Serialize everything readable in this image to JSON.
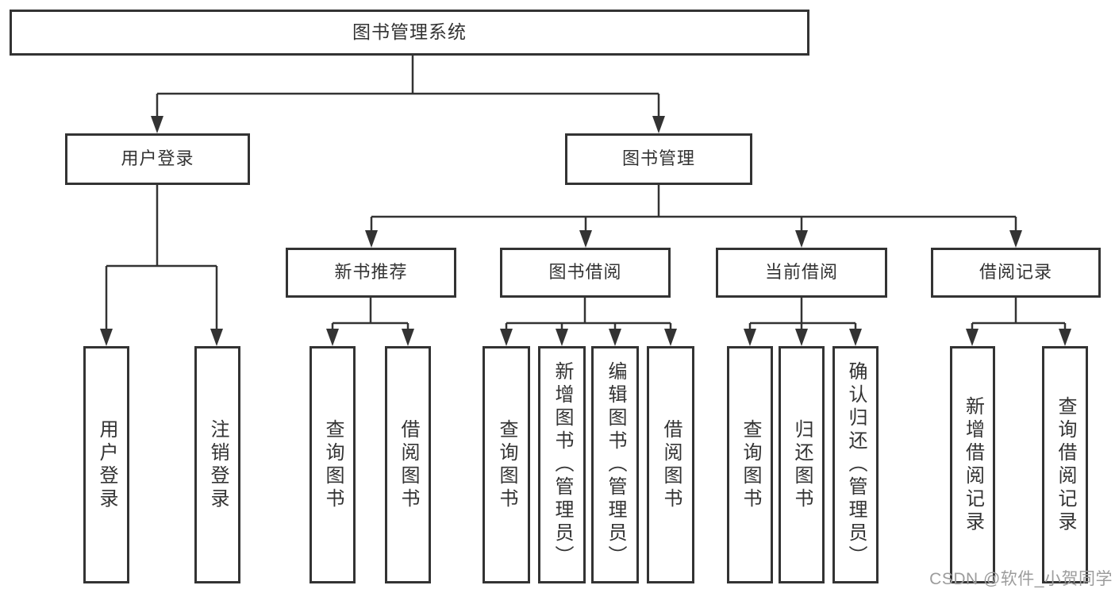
{
  "nodes": {
    "root": "图书管理系统",
    "user_login": "用户登录",
    "book_mgmt": "图书管理",
    "new_book_rec": "新书推荐",
    "book_borrow": "图书借阅",
    "current_borrow": "当前借阅",
    "borrow_records": "借阅记录",
    "leaf_user_login": "用户登录",
    "leaf_logout": "注销登录",
    "leaf_search_book_nbr": "查询图书",
    "leaf_borrow_book_nbr": "借阅图书",
    "leaf_search_book_bb": "查询图书",
    "leaf_add_book": "新增图书（管理员）",
    "leaf_edit_book": "编辑图书（管理员）",
    "leaf_borrow_book_bb": "借阅图书",
    "leaf_search_book_cb": "查询图书",
    "leaf_return_book": "归还图书",
    "leaf_confirm_return": "确认归还（管理员）",
    "leaf_add_record": "新增借阅记录",
    "leaf_search_record": "查询借阅记录"
  },
  "hierarchy": {
    "图书管理系统": {
      "用户登录": [
        "用户登录",
        "注销登录"
      ],
      "图书管理": {
        "新书推荐": [
          "查询图书",
          "借阅图书"
        ],
        "图书借阅": [
          "查询图书",
          "新增图书（管理员）",
          "编辑图书（管理员）",
          "借阅图书"
        ],
        "当前借阅": [
          "查询图书",
          "归还图书",
          "确认归还（管理员）"
        ],
        "借阅记录": [
          "新增借阅记录",
          "查询借阅记录"
        ]
      }
    }
  },
  "watermark": "CSDN @软件_小贺同学",
  "colors": {
    "line": "#333333",
    "text": "#333333",
    "background": "#ffffff",
    "watermark": "#9c9c9c"
  }
}
